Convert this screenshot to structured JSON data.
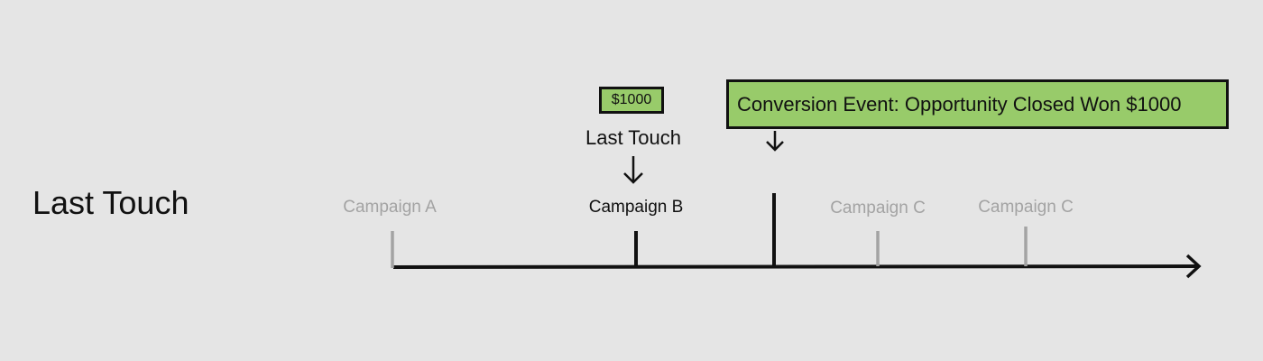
{
  "model": {
    "title": "Last Touch"
  },
  "conversion_event": {
    "label": "Conversion Event: Opportunity Closed Won $1000"
  },
  "credit": {
    "amount": "$1000",
    "touch_label": "Last Touch"
  },
  "touchpoints": [
    {
      "label": "Campaign A",
      "state": "muted"
    },
    {
      "label": "Campaign B",
      "state": "active"
    },
    {
      "label": "Campaign C",
      "state": "muted"
    },
    {
      "label": "Campaign C",
      "state": "muted"
    }
  ],
  "colors": {
    "background": "#e5e5e5",
    "highlight": "#98cb6a",
    "muted": "#a3a3a3",
    "ink": "#111111"
  }
}
